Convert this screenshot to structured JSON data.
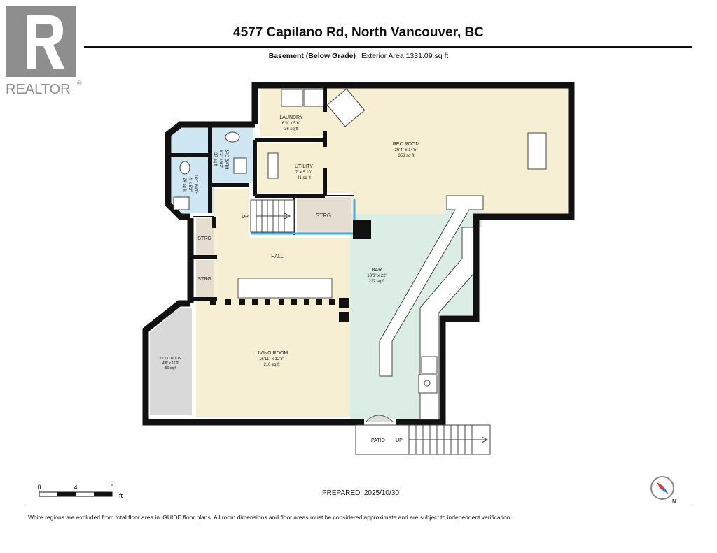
{
  "brand": {
    "name": "REALTOR",
    "mark": "®"
  },
  "header": {
    "title": "4577 Capilano Rd, North Vancouver, BC",
    "level": "Basement (Below Grade)",
    "exterior_area": "Exterior Area 1331.09 sq ft"
  },
  "rooms": {
    "laundry": {
      "name": "LAUNDRY",
      "dims": "6'9\" x 5'6\"",
      "area": "36 sq ft"
    },
    "rec_room": {
      "name": "REC ROOM",
      "dims": "26'4\" x 14'5\"",
      "area": "353 sq ft"
    },
    "bath3": {
      "name": "3PC BATH",
      "dims": "8'2\" x 6'2\"",
      "area": "37 sq ft"
    },
    "bath2": {
      "name": "2PC BATH",
      "dims": "4' x 6'2\"",
      "area": "24 sq ft"
    },
    "utility": {
      "name": "UTILITY",
      "dims": "7' x 5'10\"",
      "area": "41 sq ft"
    },
    "strg_main": {
      "name": "STRG"
    },
    "strg_upper": {
      "name": "STRG"
    },
    "strg_lower": {
      "name": "STRG"
    },
    "hall": {
      "name": "HALL"
    },
    "bar": {
      "name": "BAR",
      "dims": "13'6\" x 22'",
      "area": "237 sq ft"
    },
    "living": {
      "name": "LIVING ROOM",
      "dims": "16'11\" x 12'8\"",
      "area": "210 sq ft"
    },
    "cold_room": {
      "name": "COLD ROOM",
      "dims": "4'8\" x 11'9\"",
      "area": "50 sq ft"
    },
    "patio": {
      "name": "PATIO"
    }
  },
  "stairs": {
    "main_up": "UP",
    "patio_up": "UP"
  },
  "scale": {
    "ticks": [
      "0",
      "4",
      "8"
    ],
    "unit": "ft"
  },
  "compass": {
    "north": "N"
  },
  "footer": {
    "prepared": "PREPARED: 2025/10/30",
    "disclaimer": "White regions are excluded from total floor area in iGUIDE floor plans. All room dimensions and floor areas must be considered approximate and are subject to independent verification."
  },
  "colors": {
    "wall": "#111111",
    "rec_fill": "#f7efd3",
    "bath_fill": "#cfe6f3",
    "bar_fill": "#dceee4",
    "strg_fill": "#e5ddd0",
    "cold_fill": "#d9d9d9"
  }
}
